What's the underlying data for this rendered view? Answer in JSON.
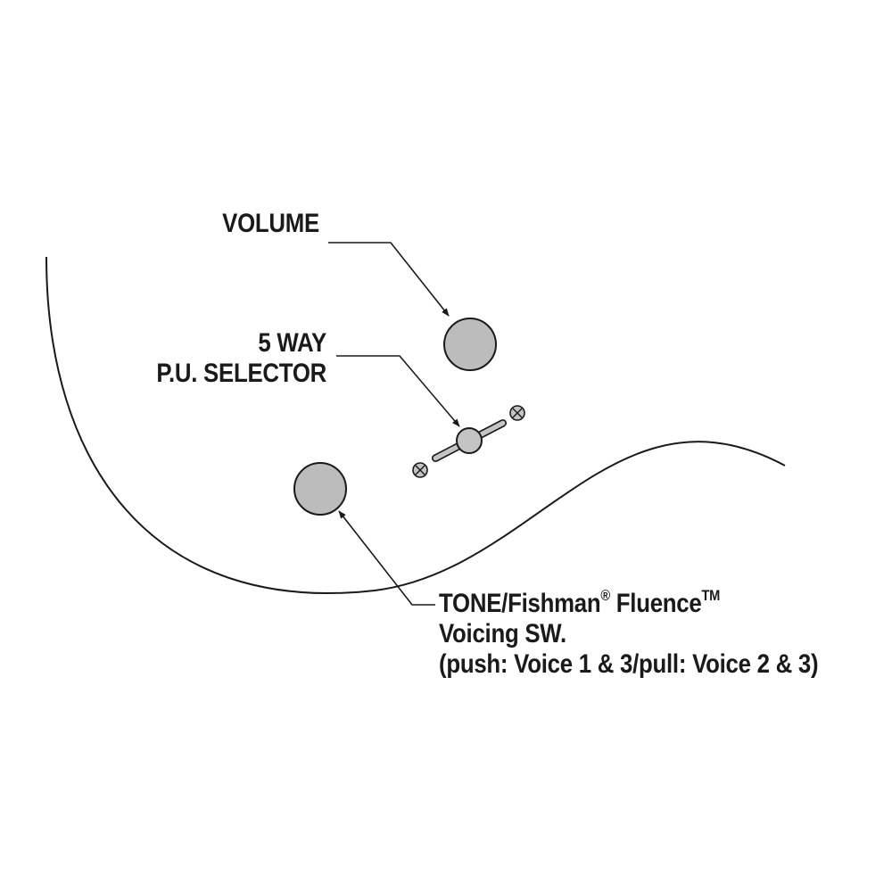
{
  "labels": {
    "volume": "VOLUME",
    "selector_line1": "5 WAY",
    "selector_line2": "P.U. SELECTOR",
    "tone_prefix": "TONE/Fishman",
    "tone_reg": "®",
    "tone_name": " Fluence",
    "tone_tm": "TM",
    "tone_line2": "Voicing SW.",
    "tone_line3": "(push: Voice 1 & 3/pull: Voice 2 & 3)"
  },
  "colors": {
    "outline": "#1a1a1a",
    "knob_fill": "#bcbcbc",
    "switch_fill": "#c4c4c4",
    "background": "#ffffff"
  },
  "icons": {
    "screw": "screw-icon",
    "arrow": "arrowhead"
  }
}
